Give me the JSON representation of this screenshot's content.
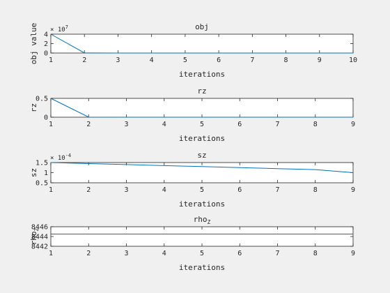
{
  "chart_data": [
    {
      "type": "line",
      "title": "obj",
      "xlabel": "iterations",
      "ylabel": "obj value",
      "xlim": [
        1,
        10
      ],
      "ylim": [
        0,
        4
      ],
      "y_scale_label": "× 10",
      "y_scale_exponent": "7",
      "xticks": [
        "1",
        "2",
        "3",
        "4",
        "5",
        "6",
        "7",
        "8",
        "9",
        "10"
      ],
      "yticks": [
        "0",
        "2",
        "4"
      ],
      "x": [
        1,
        2,
        3,
        4,
        5,
        6,
        7,
        8,
        9,
        10
      ],
      "y": [
        4,
        0.02,
        0,
        0,
        0,
        0,
        0,
        0,
        0,
        0
      ],
      "color": "#0072BD"
    },
    {
      "type": "line",
      "title": "rz",
      "xlabel": "iterations",
      "ylabel": "rz",
      "xlim": [
        1,
        9
      ],
      "ylim": [
        0,
        0.5
      ],
      "xticks": [
        "1",
        "2",
        "3",
        "4",
        "5",
        "6",
        "7",
        "8",
        "9"
      ],
      "yticks": [
        "0",
        "0.5"
      ],
      "x": [
        1,
        2,
        3,
        4,
        5,
        6,
        7,
        8,
        9
      ],
      "y": [
        0.5,
        0.003,
        0.001,
        0.001,
        0.001,
        0.001,
        0.001,
        0.001,
        0.001
      ],
      "color": "#0072BD"
    },
    {
      "type": "line",
      "title": "sz",
      "xlabel": "iterations",
      "ylabel": "sz",
      "xlim": [
        1,
        9
      ],
      "ylim": [
        0.5,
        1.5
      ],
      "y_scale_label": "× 10",
      "y_scale_exponent": "-4",
      "xticks": [
        "1",
        "2",
        "3",
        "4",
        "5",
        "6",
        "7",
        "8",
        "9"
      ],
      "yticks": [
        "0.5",
        "1",
        "1.5"
      ],
      "x": [
        1,
        2,
        3,
        4,
        5,
        6,
        7,
        8,
        9
      ],
      "y": [
        1.5,
        1.45,
        1.4,
        1.35,
        1.3,
        1.25,
        1.2,
        1.15,
        1.0
      ],
      "color": "#0072BD"
    },
    {
      "type": "line",
      "title": "rho",
      "title_sub": "Z",
      "xlabel": "iterations",
      "ylabel": "rho",
      "ylabel_sub": "Z",
      "xlim": [
        1,
        9
      ],
      "ylim": [
        8442,
        8446
      ],
      "xticks": [
        "1",
        "2",
        "3",
        "4",
        "5",
        "6",
        "7",
        "8",
        "9"
      ],
      "yticks": [
        "8442",
        "8444",
        "8446"
      ],
      "x": [
        1,
        2,
        3,
        4,
        5,
        6,
        7,
        8,
        9
      ],
      "y": [
        8444.5,
        8444.5,
        8444.5,
        8444.5,
        8444.5,
        8444.5,
        8444.5,
        8444.5,
        8444.5
      ],
      "color": "#0072BD"
    }
  ]
}
